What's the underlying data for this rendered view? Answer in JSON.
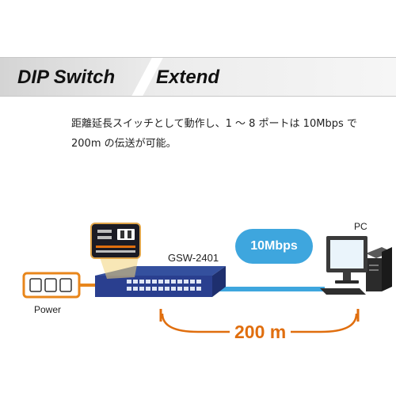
{
  "header": {
    "title": "DIP Switch",
    "mode": "Extend"
  },
  "description": {
    "line1": "距離延長スイッチとして動作し、1 ～ 8 ポートは 10Mbps で",
    "line2": "200m の伝送が可能。"
  },
  "diagram": {
    "switch_model": "GSW-2401",
    "pc_label": "PC",
    "power_label": "Power",
    "speed": "10Mbps",
    "distance": "200 m",
    "colors": {
      "cable": "#3ea6de",
      "distance_accent": "#e06e0e",
      "power_strip_border": "#e8861b",
      "switch_body": "#2a3f8f"
    }
  }
}
